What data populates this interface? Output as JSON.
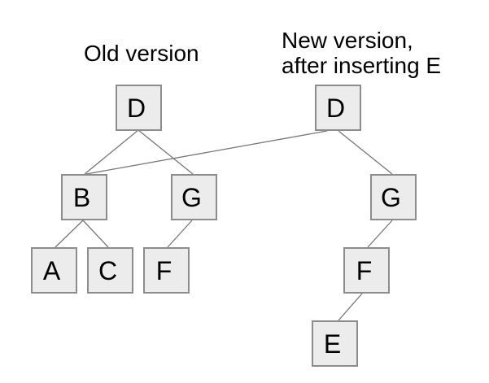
{
  "diagram": {
    "colors": {
      "background": "#ffffff",
      "node_fill": "#ececec",
      "node_border": "#8c8c8c",
      "edge": "#767676",
      "text": "#000000"
    },
    "old_tree": {
      "title": "Old version",
      "nodes": {
        "D": "D",
        "B": "B",
        "G": "G",
        "A": "A",
        "C": "C",
        "F": "F"
      },
      "edges": [
        {
          "from": "D",
          "to": "B"
        },
        {
          "from": "D",
          "to": "G"
        },
        {
          "from": "B",
          "to": "A"
        },
        {
          "from": "B",
          "to": "C"
        },
        {
          "from": "G",
          "to": "F"
        }
      ]
    },
    "new_tree": {
      "title_line1": "New version,",
      "title_line2": "after inserting E",
      "nodes": {
        "D": "D",
        "G": "G",
        "F": "F",
        "E": "E"
      },
      "edges": [
        {
          "from": "D",
          "to": "G"
        },
        {
          "from": "G",
          "to": "F"
        },
        {
          "from": "F",
          "to": "E"
        }
      ]
    },
    "shared_edge": {
      "from": "new_tree.D",
      "to": "old_tree.B"
    }
  }
}
